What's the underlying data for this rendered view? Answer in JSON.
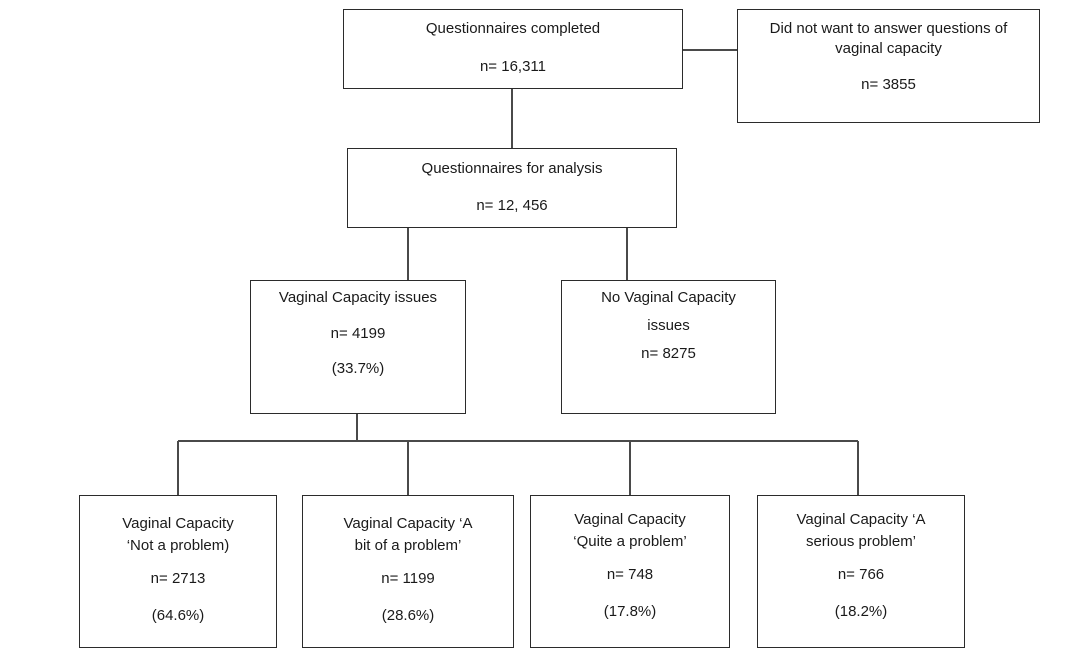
{
  "completed": {
    "title": "Questionnaires completed",
    "n": "n= 16,311"
  },
  "excluded": {
    "title_line1": "Did not want to answer questions of",
    "title_line2": "vaginal capacity",
    "n": "n= 3855"
  },
  "analysis": {
    "title": "Questionnaires for analysis",
    "n": "n= 12, 456"
  },
  "issues": {
    "title": "Vaginal Capacity issues",
    "n": "n= 4199",
    "pct": "(33.7%)"
  },
  "no_issues": {
    "title_line1": "No Vaginal Capacity",
    "title_line2": "issues",
    "n": "n= 8275"
  },
  "not_problem": {
    "title_line1": "Vaginal Capacity",
    "title_line2": "‘Not a problem)",
    "n": "n= 2713",
    "pct": "(64.6%)"
  },
  "bit_problem": {
    "title_line1": "Vaginal Capacity ‘A",
    "title_line2": "bit of a problem’",
    "n": "n= 1199",
    "pct": "(28.6%)"
  },
  "quite_problem": {
    "title_line1": "Vaginal Capacity",
    "title_line2": "‘Quite a problem’",
    "n": "n= 748",
    "pct": "(17.8%)"
  },
  "serious_problem": {
    "title_line1": "Vaginal Capacity ‘A",
    "title_line2": "serious problem’",
    "n": "n= 766",
    "pct": "(18.2%)"
  }
}
